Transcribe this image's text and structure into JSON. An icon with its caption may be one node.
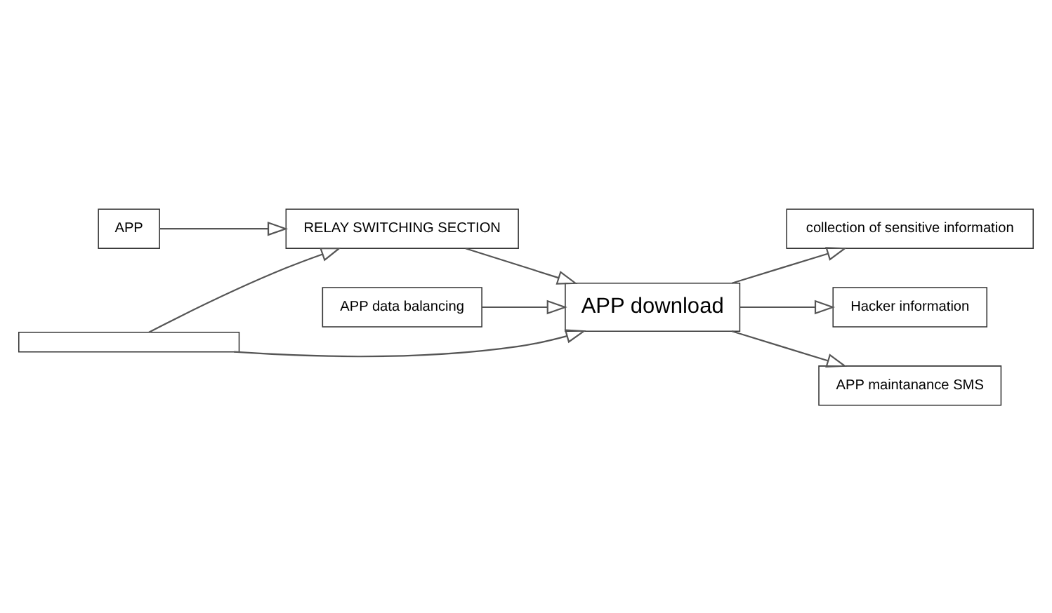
{
  "diagram": {
    "nodes": [
      {
        "text": [
          "APP"
        ]
      },
      {
        "text": [
          "RELAY SWITCHING SECTION"
        ]
      },
      {
        "text": [
          "APP download"
        ]
      },
      {
        "text": [
          "collection of sensitive information"
        ]
      },
      {
        "text": [
          "Hacker information"
        ]
      },
      {
        "text": [
          "APP maintanance SMS"
        ]
      },
      {
        "text": [
          "APP data balancing"
        ]
      },
      {
        "text": [],
        "shape": "bar"
      }
    ],
    "edges": [
      {
        "from": 0,
        "to": 1,
        "arrow": "to"
      },
      {
        "from": 1,
        "to": 2,
        "arrow": "to"
      },
      {
        "from": 7,
        "to": 1,
        "arrow": "to"
      },
      {
        "from": 7,
        "to": 2,
        "arrow": "to"
      },
      {
        "from": 2,
        "to": 3,
        "arrow": "to"
      },
      {
        "from": 2,
        "to": 4,
        "arrow": "to"
      },
      {
        "from": 2,
        "to": 5,
        "arrow": "to"
      },
      {
        "from": 6,
        "to": 2,
        "arrow": "to"
      }
    ]
  }
}
